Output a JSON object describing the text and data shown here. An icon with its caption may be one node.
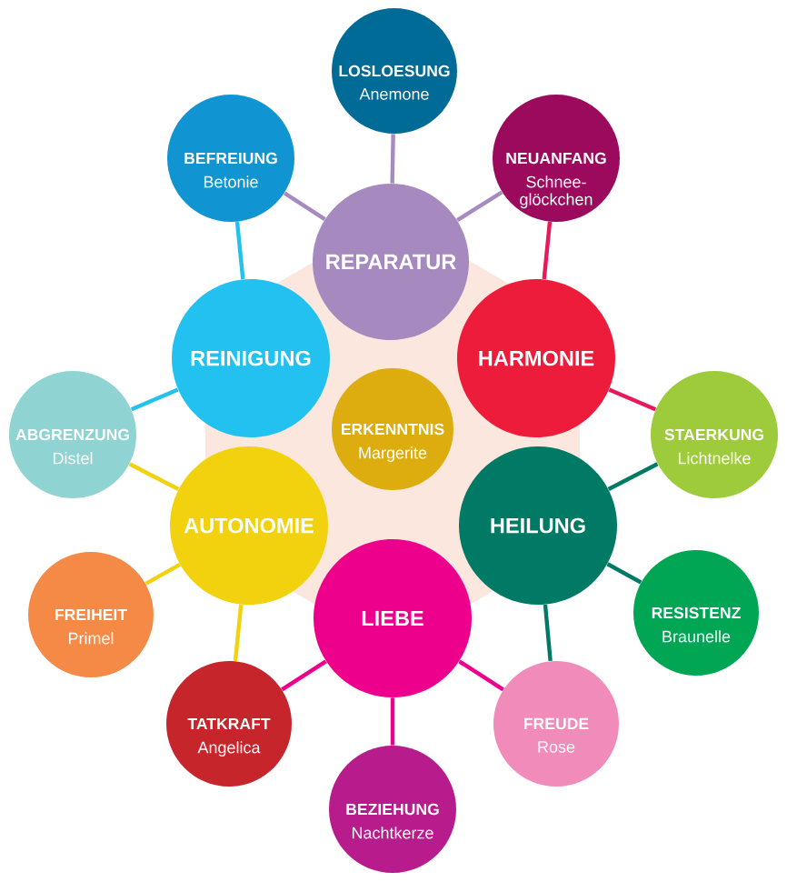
{
  "diagram": {
    "nodes": [
      {
        "text": [
          "LOSLOESUNG",
          "Anemone"
        ]
      },
      {
        "text": [
          "BEFREIUNG",
          "Betonie"
        ]
      },
      {
        "text": [
          "NEUANFANG",
          "Schnee- glöckchen"
        ]
      },
      {
        "text": [
          "REPARATUR"
        ]
      },
      {
        "text": [
          "REINIGUNG"
        ]
      },
      {
        "text": [
          "HARMONIE"
        ]
      },
      {
        "text": [
          "ERKENNTNIS",
          "Margerite"
        ]
      },
      {
        "text": [
          "ABGRENZUNG",
          "Distel"
        ]
      },
      {
        "text": [
          "STAERKUNG",
          "Lichtnelke"
        ]
      },
      {
        "text": [
          "AUTONOMIE"
        ]
      },
      {
        "text": [
          "HEILUNG"
        ]
      },
      {
        "text": [
          "FREIHEIT",
          "Primel"
        ]
      },
      {
        "text": [
          "RESISTENZ",
          "Braunelle"
        ]
      },
      {
        "text": [
          "LIEBE"
        ]
      },
      {
        "text": [
          "TATKRAFT",
          "Angelica"
        ]
      },
      {
        "text": [
          "FREUDE",
          "Rose"
        ]
      },
      {
        "text": [
          "BEZIEHUNG",
          "Nachtkerze"
        ]
      }
    ],
    "edges": [
      {
        "from": 3,
        "to": 0,
        "arrow": "none",
        "color": "#a78bc0"
      },
      {
        "from": 3,
        "to": 1,
        "arrow": "none",
        "color": "#a78bc0"
      },
      {
        "from": 3,
        "to": 2,
        "arrow": "none",
        "color": "#a78bc0"
      },
      {
        "from": 4,
        "to": 1,
        "arrow": "none",
        "color": "#22c1ef"
      },
      {
        "from": 4,
        "to": 7,
        "arrow": "none",
        "color": "#22c1ef"
      },
      {
        "from": 5,
        "to": 2,
        "arrow": "none",
        "color": "#e8195a"
      },
      {
        "from": 5,
        "to": 8,
        "arrow": "none",
        "color": "#e8195a"
      },
      {
        "from": 9,
        "to": 7,
        "arrow": "none",
        "color": "#f2d20f"
      },
      {
        "from": 9,
        "to": 11,
        "arrow": "none",
        "color": "#f2d20f"
      },
      {
        "from": 9,
        "to": 14,
        "arrow": "none",
        "color": "#f2d20f"
      },
      {
        "from": 10,
        "to": 8,
        "arrow": "none",
        "color": "#007a65"
      },
      {
        "from": 10,
        "to": 12,
        "arrow": "none",
        "color": "#007a65"
      },
      {
        "from": 10,
        "to": 15,
        "arrow": "none",
        "color": "#007a65"
      },
      {
        "from": 13,
        "to": 14,
        "arrow": "none",
        "color": "#ec008c"
      },
      {
        "from": 13,
        "to": 16,
        "arrow": "none",
        "color": "#ec008c"
      },
      {
        "from": 13,
        "to": 15,
        "arrow": "none",
        "color": "#ec008c"
      }
    ]
  }
}
